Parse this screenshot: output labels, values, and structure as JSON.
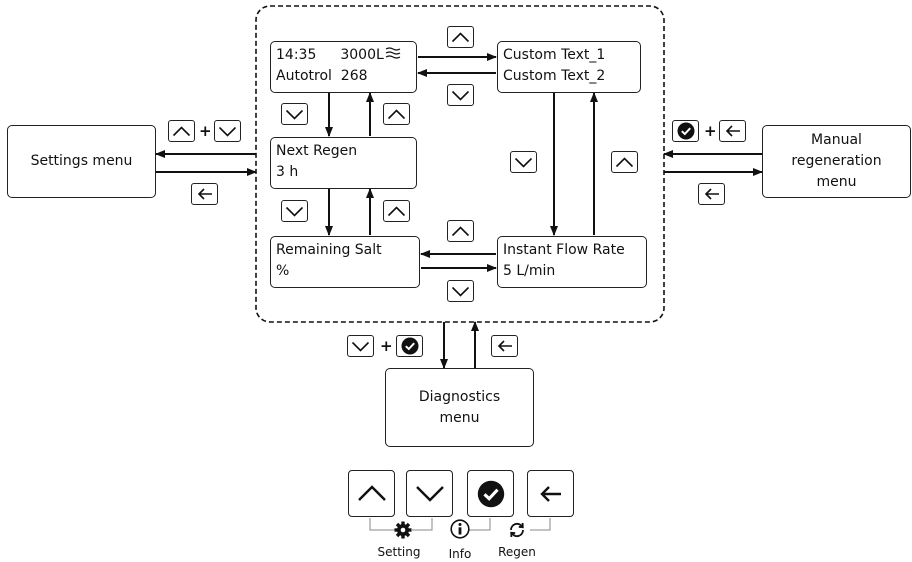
{
  "screens": {
    "home": {
      "line1_time": "14:35",
      "line1_volume": "3000L",
      "line2": "Autotrol  268"
    },
    "custom": {
      "line1": "Custom Text_1",
      "line2": "Custom Text_2"
    },
    "next_regen": {
      "line1": "Next Regen",
      "line2": "3 h"
    },
    "remaining_salt": {
      "line1": "Remaining Salt",
      "line2": "%"
    },
    "flow_rate": {
      "line1": "Instant Flow Rate",
      "line2": "5 L/min"
    }
  },
  "menus": {
    "settings": "Settings menu",
    "manual_regen": "Manual\nregeneration\nmenu",
    "diagnostics": "Diagnostics\nmenu"
  },
  "combo_symbol": "+",
  "icons": {
    "up": "chevron-up-icon",
    "down": "chevron-down-icon",
    "ok": "check-circle-icon",
    "back": "arrow-left-icon",
    "wave": "wave-icon",
    "gear": "gear-icon",
    "info": "info-icon",
    "regen": "refresh-icon"
  },
  "legend": {
    "setting": "Setting",
    "info": "Info",
    "regen": "Regen"
  }
}
